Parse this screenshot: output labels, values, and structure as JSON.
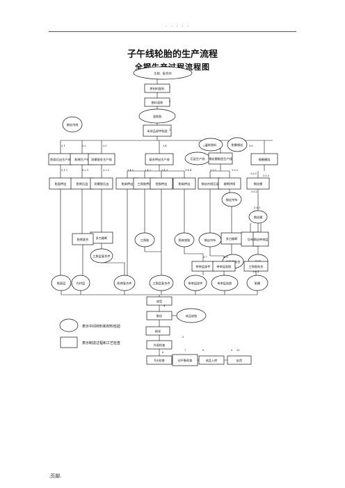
{
  "header": {
    "marks": ". . . . ."
  },
  "title": "子午线轮胎的生产流程",
  "subtitle": "全钢生产过程流程图",
  "legend": {
    "ellipse_text": "表示中间材料和材料检验",
    "box_text": "表示制造过程和工艺检查"
  },
  "footer": ".页脚.",
  "nodes": {
    "raw": {
      "label": "生胶、配合剂"
    },
    "weigh": {
      "label": "原材料配料"
    },
    "mix": {
      "label": "胶料混炼"
    },
    "sheet": {
      "label": "混炼胶"
    },
    "semi": {
      "label": "半成品部件制造"
    },
    "rubber": {
      "label": "混炼胶料"
    },
    "cord": {
      "label": "钢丝帘线"
    },
    "bead_wire": {
      "label": "胎圈钢丝"
    },
    "tread_line": {
      "label": "胎面压出生产线"
    },
    "sidewall_line": {
      "label": "胎侧生产线"
    },
    "wear_line": {
      "label": "耐磨胶条生产线"
    },
    "small_line": {
      "label": "复合押出生产线"
    },
    "gear_line": {
      "label": "压延生产线"
    },
    "bead_line": {
      "label": "钢丝圈制造生产线"
    },
    "tread_p": {
      "label": "胎面押出"
    },
    "sidewall_p": {
      "label": "胎侧压出"
    },
    "wear_p": {
      "label": "耐磨胶压出"
    },
    "apex_p": {
      "label": "胎肩押出"
    },
    "tri_p": {
      "label": "三角胶押出"
    },
    "cushion_p": {
      "label": "垫胶押出"
    },
    "innerliner_p": {
      "label": "胎肩押出"
    },
    "cal_p": {
      "label": "钢丝帘线压延"
    },
    "cut_p": {
      "label": "裁断拼接"
    },
    "bead_wind": {
      "label": "钢圈缠绕"
    },
    "multi_cut": {
      "label": "多刀裁断"
    },
    "sw_comp": {
      "label": "胎侧复合"
    },
    "tri_e": {
      "label": "三角胶"
    },
    "apex_e": {
      "label": "胎肩垫胶"
    },
    "gum_e": {
      "label": "钢丝帘布"
    },
    "multi2": {
      "label": "多刀裁断"
    },
    "wrap": {
      "label": "包布"
    },
    "bead_ring": {
      "label": "钢丝圈"
    },
    "bead_e": {
      "label": "钢丝圈"
    },
    "btb": {
      "label": "钢丝带束层"
    },
    "cord_e": {
      "label": "钢丝帘布"
    },
    "bead_ex": {
      "label": "三角胶贴合"
    },
    "tread_e": {
      "label": "胎面层"
    },
    "inner_e": {
      "label": "内衬层"
    },
    "sw_e": {
      "label": "胎侧复合件"
    },
    "small_e": {
      "label": "三胶层复合件"
    },
    "belt_e": {
      "label": "带束层部件"
    },
    "ply_e": {
      "label": "带束层贴胶"
    },
    "bead_final": {
      "label": "胎圈"
    },
    "build": {
      "label": "成型"
    },
    "green": {
      "label": "胎坯"
    },
    "finished_e": {
      "label": "成品轮胎"
    },
    "cure_in": {
      "label": "硫化"
    },
    "inspect": {
      "label": "外观检查"
    },
    "xray": {
      "label": "X光检查"
    },
    "dyn": {
      "label": "动平衡检查"
    },
    "store": {
      "label": "成品入库"
    },
    "ship": {
      "label": "出货"
    }
  },
  "step_labels": [
    "1",
    "2",
    "3",
    "3.1",
    "3.2",
    "3.3",
    "3.4",
    "3.5",
    "3.6",
    "3.1.1",
    "3.2.1",
    "3.3.1",
    "3.4.1",
    "3.4.2",
    "3.4.3",
    "3.4.4",
    "3.5.1",
    "3.5.2",
    "3.5.3",
    "3.6.1",
    "3.6.2",
    "3.6.3",
    "3.6.4",
    "3.7",
    "3.8",
    "4",
    "5",
    "6",
    "7",
    "8",
    "9",
    "10"
  ]
}
